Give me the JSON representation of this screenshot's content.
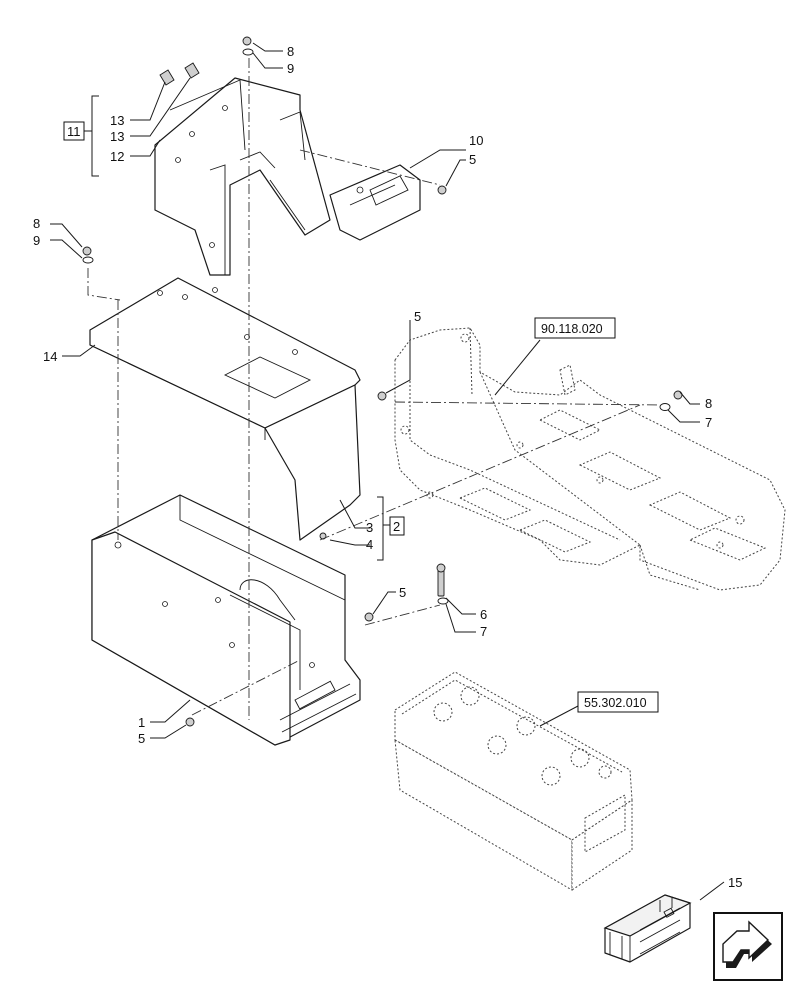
{
  "callouts": [
    {
      "id": "c8a",
      "label": "8"
    },
    {
      "id": "c9a",
      "label": "9"
    },
    {
      "id": "c13a",
      "label": "13"
    },
    {
      "id": "c13b",
      "label": "13"
    },
    {
      "id": "c12",
      "label": "12"
    },
    {
      "id": "c10",
      "label": "10"
    },
    {
      "id": "c5a",
      "label": "5"
    },
    {
      "id": "c8b",
      "label": "8"
    },
    {
      "id": "c9b",
      "label": "9"
    },
    {
      "id": "c14",
      "label": "14"
    },
    {
      "id": "c5b",
      "label": "5"
    },
    {
      "id": "c8c",
      "label": "8"
    },
    {
      "id": "c7a",
      "label": "7"
    },
    {
      "id": "c3",
      "label": "3"
    },
    {
      "id": "c4",
      "label": "4"
    },
    {
      "id": "c5c",
      "label": "5"
    },
    {
      "id": "c6",
      "label": "6"
    },
    {
      "id": "c7b",
      "label": "7"
    },
    {
      "id": "c1",
      "label": "1"
    },
    {
      "id": "c5d",
      "label": "5"
    },
    {
      "id": "c15",
      "label": "15"
    }
  ],
  "kits": [
    {
      "id": "k11",
      "label": "11"
    },
    {
      "id": "k2",
      "label": "2"
    }
  ],
  "references": [
    {
      "id": "r1",
      "label": "90.118.020"
    },
    {
      "id": "r2",
      "label": "55.302.010"
    }
  ],
  "icons": {
    "nav": "next-page-arrow-icon",
    "kit": "parts-crate-icon"
  }
}
